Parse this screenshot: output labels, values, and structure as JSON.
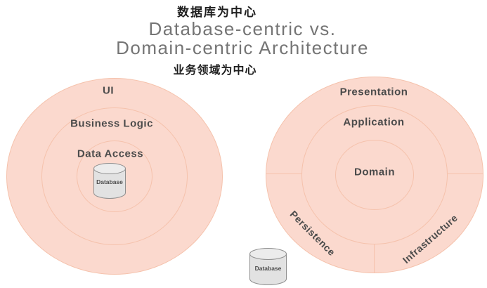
{
  "header": {
    "database_centric_zh": "数据库为中心",
    "title_line1": "Database-centric vs.",
    "title_line2": "Domain-centric Architecture",
    "domain_centric_zh": "业务领域为中心"
  },
  "left_diagram": {
    "rings": [
      "UI",
      "Business Logic",
      "Data Access"
    ],
    "database_label": "Database"
  },
  "right_diagram": {
    "rings": [
      "Presentation",
      "Application",
      "Domain"
    ],
    "sectors": [
      "Persistence",
      "Infrastructure"
    ],
    "database_label": "Database"
  },
  "colors": {
    "background": "#FFFFFF",
    "circle_fill": "#FBD9CE",
    "ring_stroke": "#F5C2AC",
    "ring_label_text": "#4B4B4B",
    "title_text": "#757575",
    "zh_label_text": "#1F1F1F",
    "cylinder_body": "#E2E2E2",
    "cylinder_top": "#ECECEC",
    "cylinder_stroke": "#8F8F8F",
    "cylinder_label_text": "#4B4B4B"
  }
}
